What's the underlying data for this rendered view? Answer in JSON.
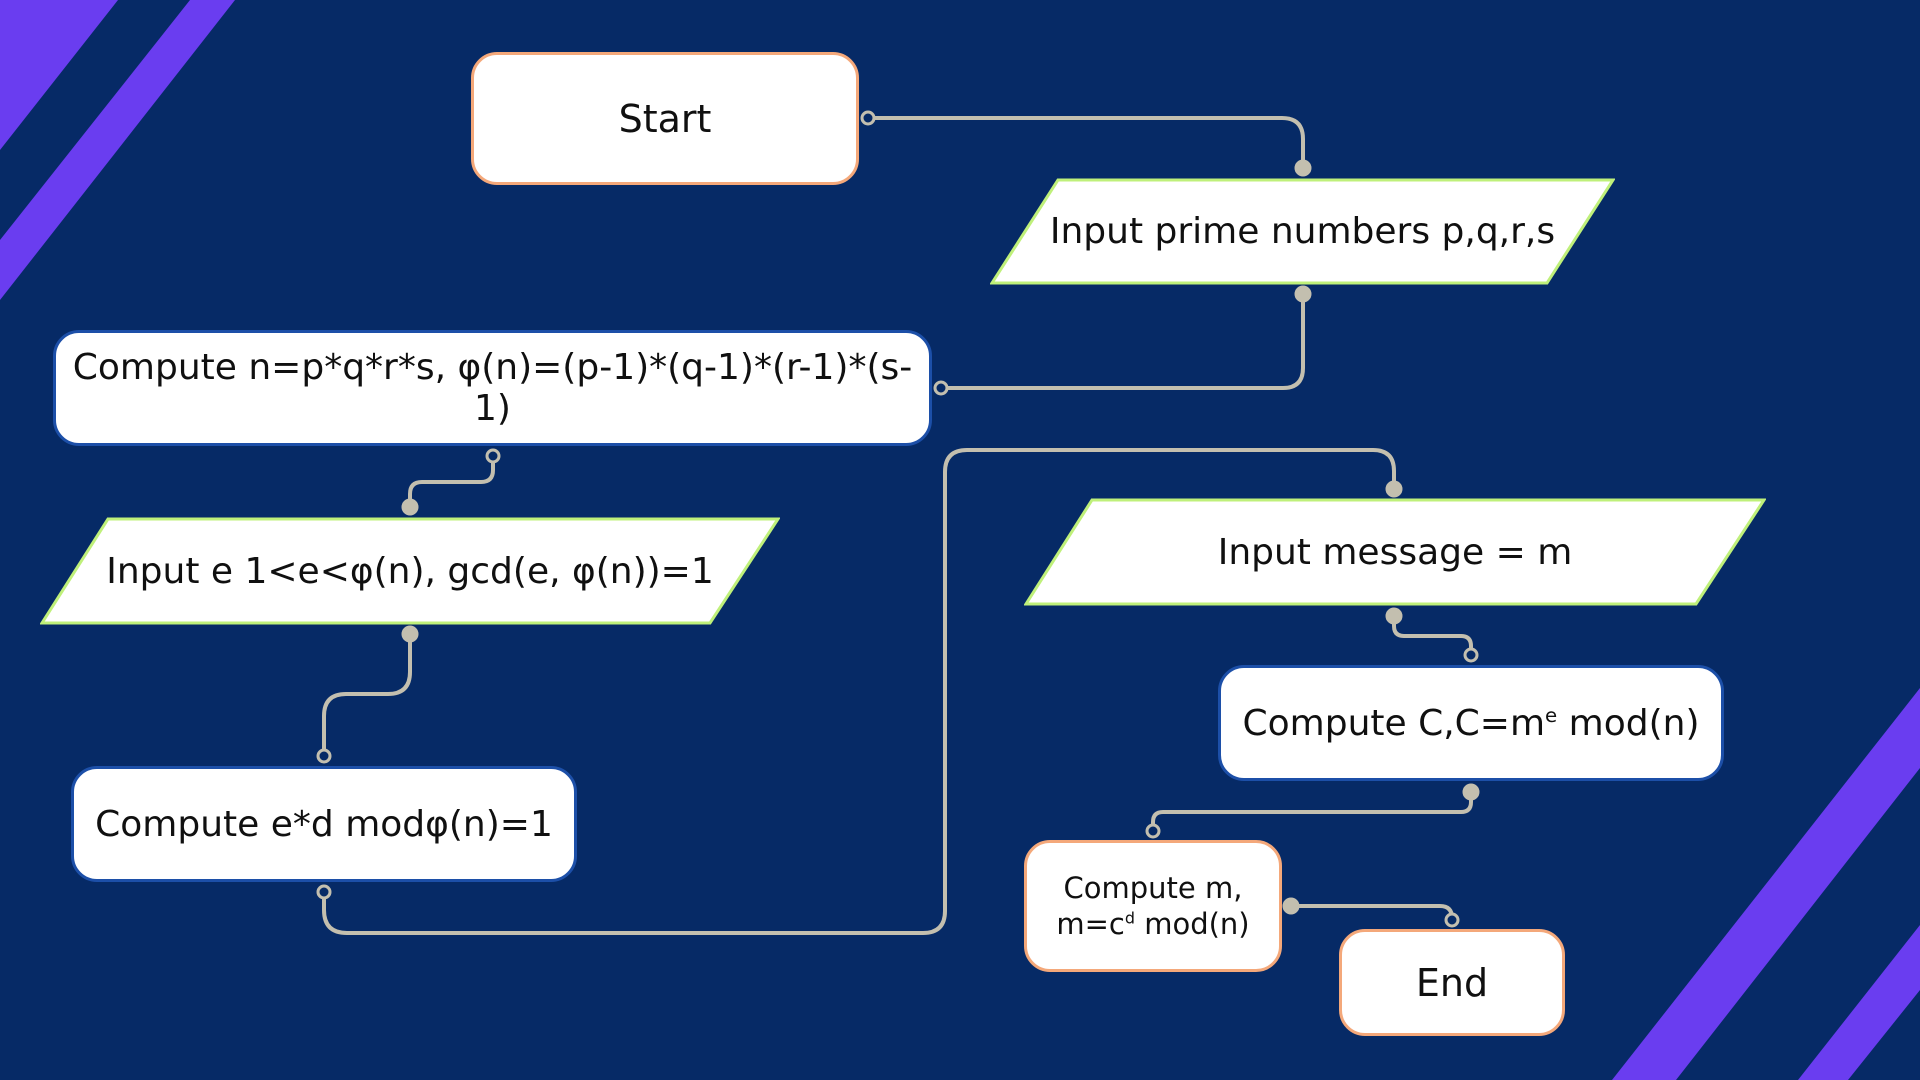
{
  "colors": {
    "background": "#062a66",
    "accent_stripes": "#6a3df0",
    "connector": "#c3bfaf",
    "terminal_border": "#f4a87a",
    "process_border": "#1c4fa8",
    "io_border": "#bff07a"
  },
  "nodes": {
    "start": "Start",
    "input_primes": "Input prime numbers p,q,r,s",
    "compute_n": "Compute n=p*q*r*s, φ(n)=(p-1)*(q-1)*(r-1)*(s-1)",
    "input_e": "Input e 1<e<φ(n), gcd(e, φ(n))=1",
    "compute_d": "Compute e*d modφ(n)=1",
    "input_message": "Input message = m",
    "compute_c_prefix": "Compute C,C=m",
    "compute_c_sup": "e",
    "compute_c_suffix": " mod(n)",
    "compute_m_line1": "Compute m,",
    "compute_m_prefix": "m=c",
    "compute_m_sup": "d",
    "compute_m_suffix": " mod(n)",
    "end": "End"
  }
}
